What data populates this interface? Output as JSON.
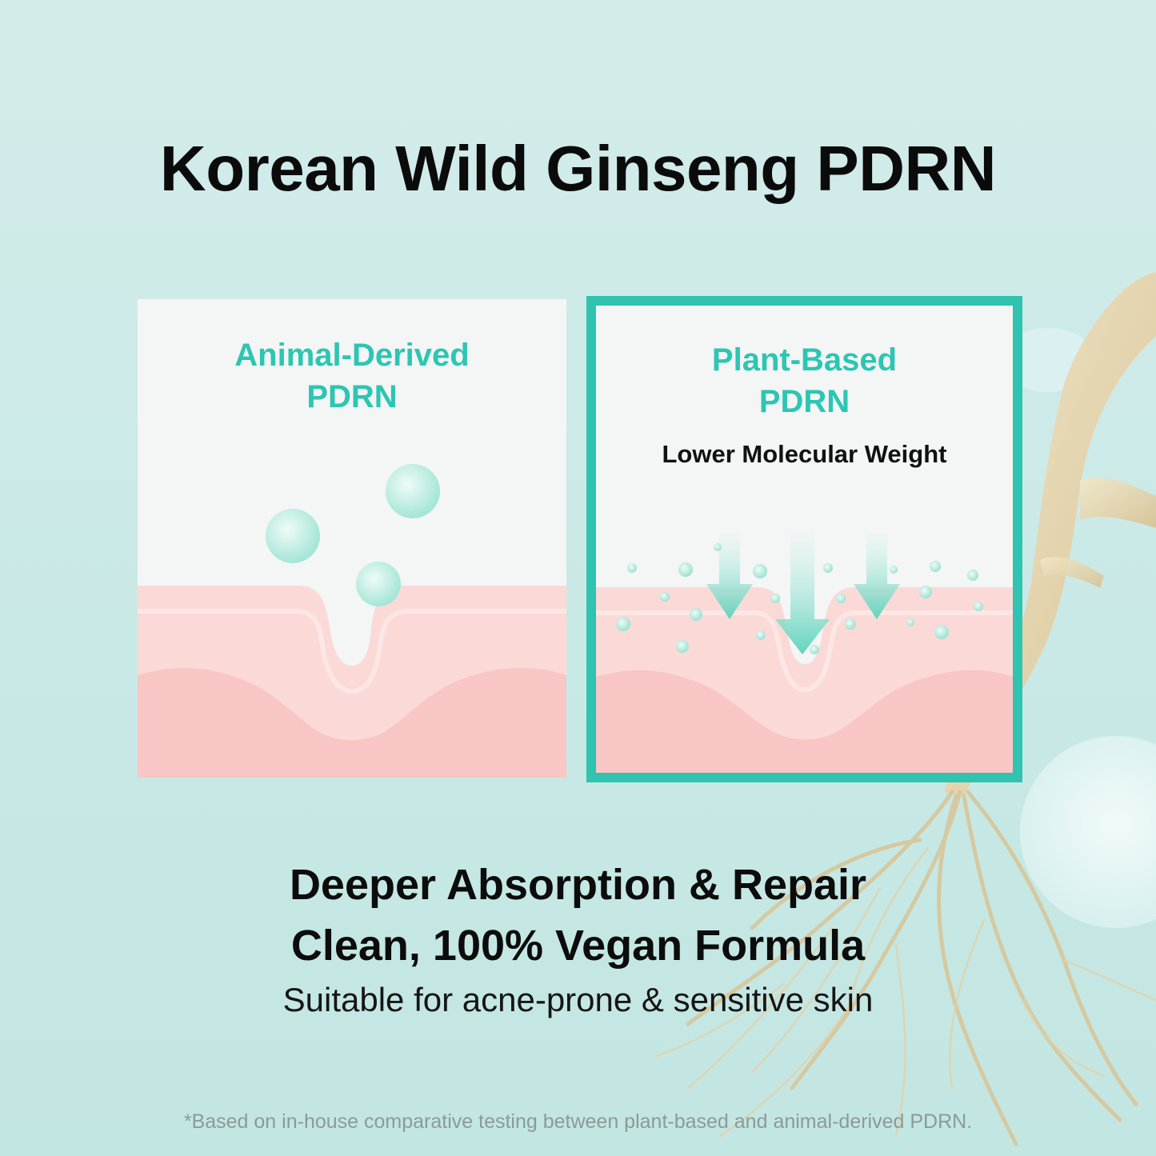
{
  "title": "Korean Wild Ginseng PDRN",
  "left_panel": {
    "title_line1": "Animal-Derived",
    "title_line2": "PDRN"
  },
  "right_panel": {
    "title_line1": "Plant-Based",
    "title_line2": "PDRN",
    "subtitle": "Lower Molecular Weight"
  },
  "headline_line1": "Deeper Absorption & Repair",
  "headline_line2": "Clean, 100% Vegan Formula",
  "subheadline": "Suitable for acne-prone & sensitive skin",
  "footnote": "*Based on in-house comparative testing between plant-based and animal-derived PDRN.",
  "colors": {
    "accent_teal": "#2cc6b2",
    "skin_light": "#fbd9d7",
    "skin_dark": "#f7c6c5",
    "background": "#cfeae7"
  }
}
